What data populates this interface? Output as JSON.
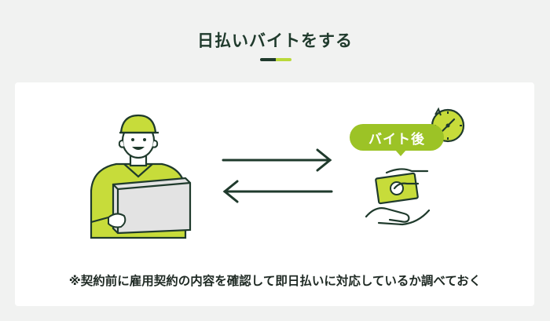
{
  "title": "日払いバイトをする",
  "colors": {
    "dark_green": "#1f3a2c",
    "lime": "#b9d93a",
    "bubble_green": "#9cc326",
    "background": "#f1f2f1"
  },
  "bubble_label": "バイト後",
  "note": "※契約前に雇用契約の内容を確認して即日払いに対応しているか調べておく",
  "icons": [
    "delivery-worker-icon",
    "arrow-right-icon",
    "arrow-left-icon",
    "clock-icon",
    "money-hand-icon"
  ]
}
